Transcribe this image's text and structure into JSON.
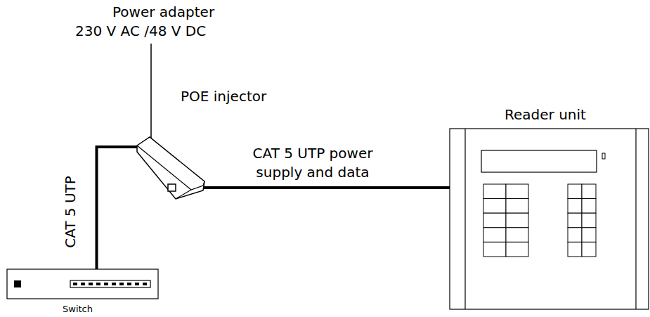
{
  "diagram": {
    "nodes": [
      {
        "text": [
          "POE injector"
        ]
      },
      {
        "text": [
          "Reader unit"
        ]
      },
      {
        "text": [
          "Switch"
        ]
      }
    ],
    "edges": [
      {
        "from": 2,
        "to": 0,
        "label": "CAT 5 UTP",
        "arrow": "none"
      },
      {
        "from": 0,
        "to": 1,
        "label": "CAT 5 UTP power supply and data",
        "arrow": "none"
      }
    ],
    "labels": [
      "Power adapter",
      "230 V AC /48 V DC"
    ]
  }
}
